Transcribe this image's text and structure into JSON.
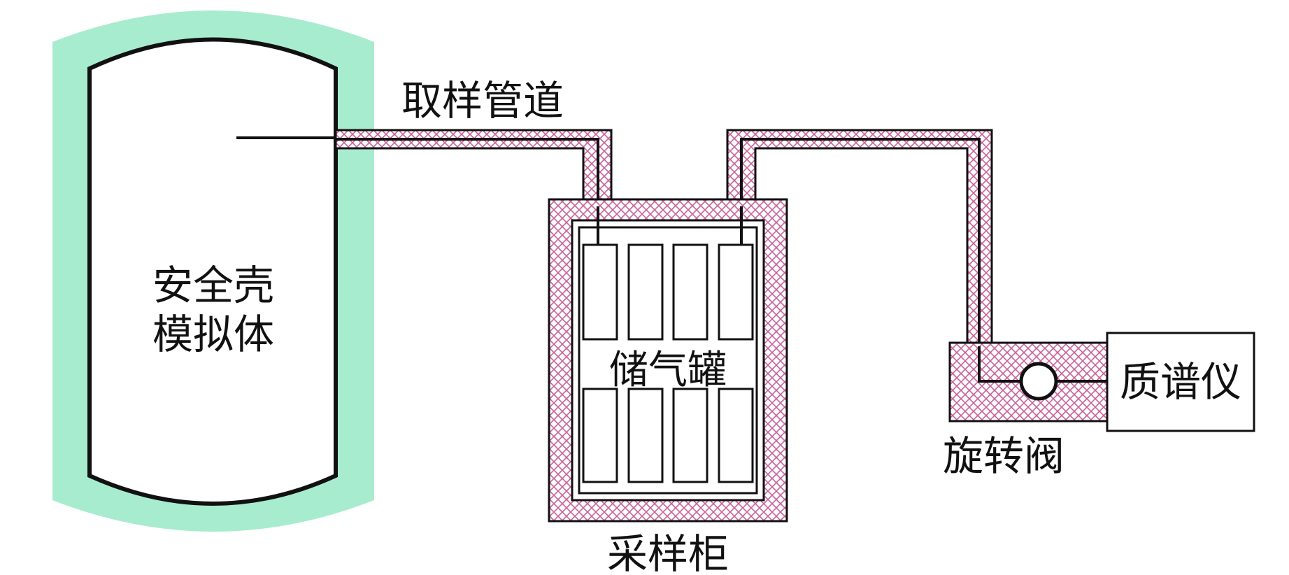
{
  "labels": {
    "containment": [
      "安全壳",
      "模拟体"
    ],
    "sampling_pipe": "取样管道",
    "storage_tanks": "储气罐",
    "sampling_cabinet": "采样柜",
    "rotary_valve": "旋转阀",
    "mass_spectrometer": "质谱仪"
  },
  "tank_count": 8,
  "colors": {
    "containment_glow": "#a8ecd0",
    "insulation_hatch": "#c9619a",
    "stroke": "#111111",
    "background": "#ffffff"
  }
}
